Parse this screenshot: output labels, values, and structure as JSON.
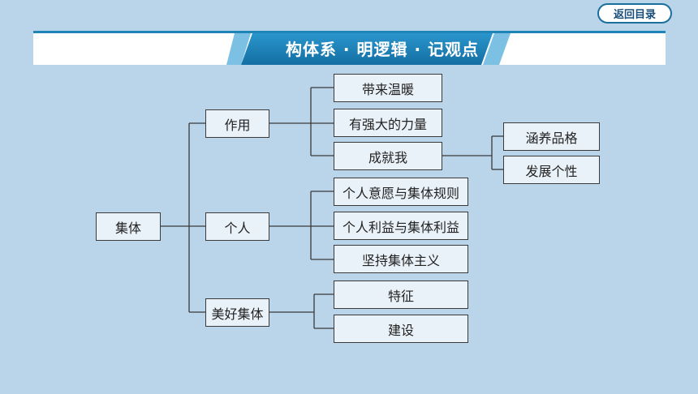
{
  "nav": {
    "back_label": "返回目录"
  },
  "banner": {
    "title": "构体系 · 明逻辑 · 记观点"
  },
  "diagram": {
    "root": "集体",
    "branches": {
      "role": "作用",
      "individual": "个人",
      "good_collective": "美好集体"
    },
    "role_items": [
      "带来温暖",
      "有强大的力量",
      "成就我"
    ],
    "achieve_items": [
      "涵养品格",
      "发展个性"
    ],
    "individual_items": [
      "个人意愿与集体规则",
      "个人利益与集体利益",
      "坚持集体主义"
    ],
    "good_items": [
      "特征",
      "建设"
    ]
  },
  "colors": {
    "background": "#bad5ea",
    "accent": "#1f84b8",
    "node_fill": "#eaf2f9"
  }
}
